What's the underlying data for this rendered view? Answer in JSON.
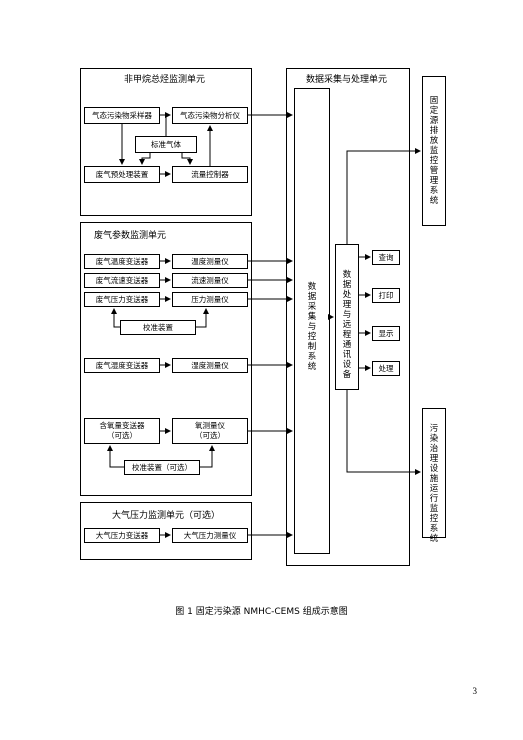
{
  "nmhc_unit": {
    "title": "非甲烷总烃监测单元",
    "sampler": "气态污染物采样器",
    "analyzer": "气态污染物分析仪",
    "standard_gas": "标准气体",
    "pretreatment": "废气预处理装置",
    "flow_controller": "流量控制器"
  },
  "flue_param_unit": {
    "title": "废气参数监测单元",
    "temp_transmitter": "废气温度变送器",
    "temp_meter": "温度测量仪",
    "flow_transmitter": "废气流速变送器",
    "flow_meter": "流速测量仪",
    "pressure_transmitter": "废气压力变送器",
    "pressure_meter": "压力测量仪",
    "calibration": "校准装置",
    "humidity_transmitter": "废气湿度变送器",
    "humidity_meter": "湿度测量仪",
    "oxygen_transmitter_line1": "含氧量变送器",
    "oxygen_transmitter_line2": "（可选）",
    "oxygen_meter_line1": "氧测量仪",
    "oxygen_meter_line2": "（可选）",
    "oxygen_calibration": "校准装置（可选）"
  },
  "atm_unit": {
    "title": "大气压力监测单元（可选）",
    "transmitter": "大气压力变送器",
    "meter": "大气压力测量仪"
  },
  "daq_unit": {
    "title": "数据采集与处理单元",
    "acq_control": "数据采集与控制系统",
    "processing": "数据处理与远程通讯设备",
    "outputs": [
      "查询",
      "打印",
      "显示",
      "处理"
    ]
  },
  "external": {
    "fixed_source_system": "固定源排放监控管理系统",
    "treatment_system": "污染治理设施运行监控系统"
  },
  "caption": "图 1   固定污染源 NMHC-CEMS 组成示意图",
  "page_number": "3"
}
